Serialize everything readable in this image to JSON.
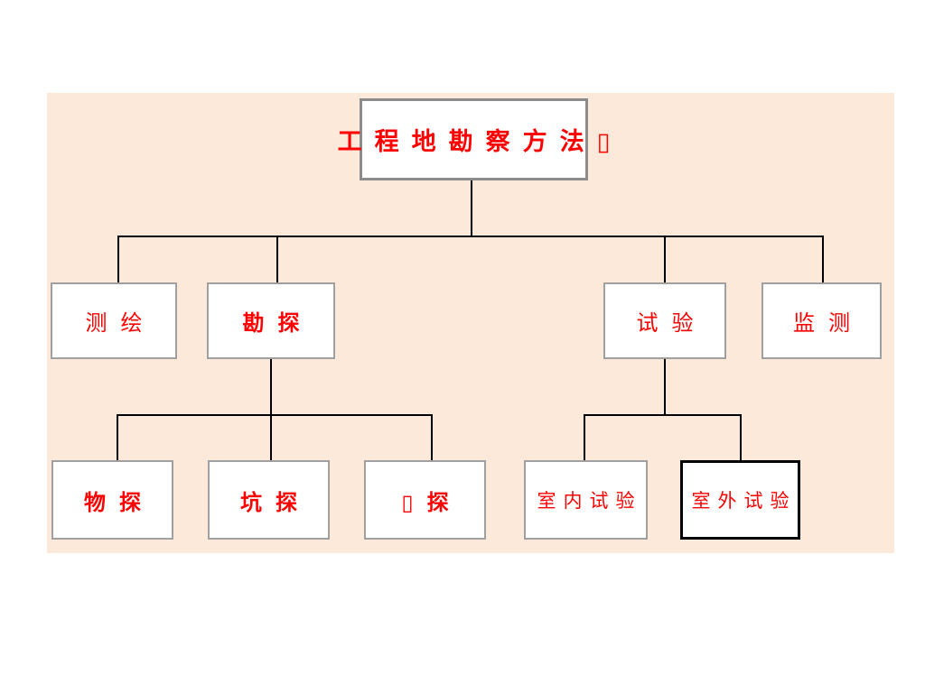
{
  "styles": {
    "panel_bg": "#FCE9DA",
    "text_color": "#FF0000",
    "line_color": "#000000",
    "border_gray": "#A0A0A0",
    "border_root": "#8C8C8C",
    "border_dark": "#000000",
    "box_fill": "#FFFFFF"
  },
  "diagram": {
    "root": {
      "label": "工程地勘察方法▯",
      "children": [
        {
          "label": "测绘",
          "children": []
        },
        {
          "label": "勘探",
          "children": [
            {
              "label": "物探"
            },
            {
              "label": "坑探"
            },
            {
              "label": "▯探"
            }
          ]
        },
        {
          "label": "试验",
          "children": [
            {
              "label": "室内试验"
            },
            {
              "label": "室外试验"
            }
          ]
        },
        {
          "label": "监测",
          "children": []
        }
      ]
    }
  }
}
